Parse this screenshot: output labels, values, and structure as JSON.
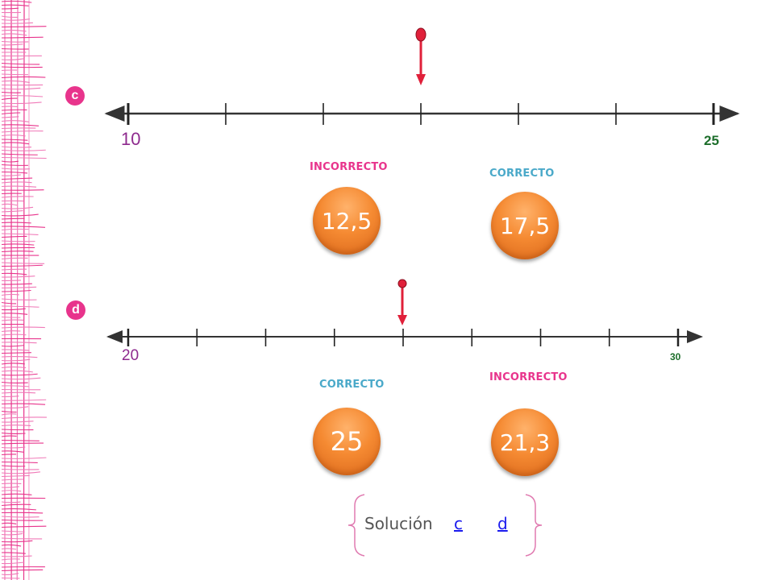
{
  "exercise_c": {
    "label": "c",
    "start_value": "10",
    "end_value": "25",
    "options": [
      {
        "status": "INCORRECTO",
        "value": "12,5"
      },
      {
        "status": "CORRECTO",
        "value": "17,5"
      }
    ]
  },
  "exercise_d": {
    "label": "d",
    "start_value": "20",
    "end_value": "30",
    "options": [
      {
        "status": "CORRECTO",
        "value": "25"
      },
      {
        "status": "INCORRECTO",
        "value": "21,3"
      }
    ]
  },
  "footer": {
    "solution_label": "Solución",
    "link_c": "c",
    "link_d": "d"
  },
  "colors": {
    "accent_pink": "#e8348c",
    "correct_blue": "#4aa9c9",
    "ball_orange": "#f58a32",
    "pointer_red": "#e0203a"
  }
}
